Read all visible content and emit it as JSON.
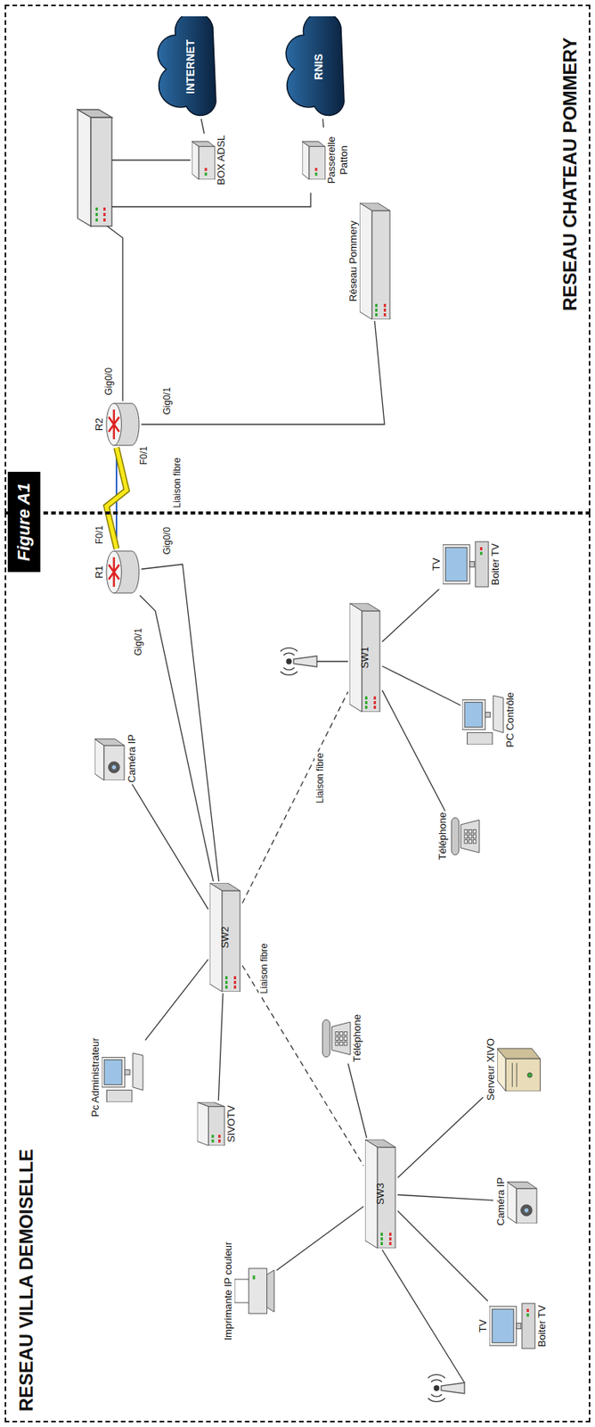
{
  "diagram": {
    "title": "Figure A1",
    "nodes": [
      {
        "text": [
          "RESEAU VILLA DEMOISELLE"
        ]
      },
      {
        "text": [
          "RESEAU CHATEAU POMMERY"
        ]
      },
      {
        "text": [
          "R1"
        ],
        "in": 0
      },
      {
        "text": [
          "Pc Administrateur"
        ],
        "in": 0
      },
      {
        "text": [
          "SIVOTV"
        ],
        "in": 0
      },
      {
        "text": [
          "SW2"
        ],
        "in": 0
      },
      {
        "text": [
          "Caméra IP"
        ],
        "in": 0
      },
      {
        "text": [
          "SW1"
        ],
        "in": 0
      },
      {
        "text": [
          "Téléphone"
        ],
        "in": 0
      },
      {
        "text": [
          "PC Contrôle"
        ],
        "in": 0
      },
      {
        "text": [
          "TV",
          "Boiter TV"
        ],
        "in": 0
      },
      {
        "text": [
          "Téléphone"
        ],
        "in": 0
      },
      {
        "text": [
          "Serveur XIVO"
        ],
        "in": 0
      },
      {
        "text": [
          "Caméra IP"
        ],
        "in": 0
      },
      {
        "text": [
          "TV",
          "Boiter TV"
        ],
        "in": 0
      },
      {
        "text": [
          "Imprimante IP couleur"
        ],
        "in": 0
      },
      {
        "text": [
          "SW3"
        ],
        "in": 0
      },
      {
        "text": [
          "R2"
        ],
        "in": 1
      },
      {
        "text": [
          "BOX ADSL"
        ],
        "in": 1
      },
      {
        "text": [
          "INTERNET"
        ],
        "in": 1
      },
      {
        "text": [
          "Passerelle Patton"
        ],
        "in": 1
      },
      {
        "text": [
          "RNIS"
        ],
        "in": 1
      },
      {
        "text": [
          "Réseau Pommery"
        ],
        "in": 1
      }
    ],
    "edges": [
      {
        "from": 2,
        "to": 17,
        "arrow": "none",
        "label": "Liaison fibre"
      },
      {
        "from": 2,
        "to": 5,
        "arrow": "none"
      },
      {
        "from": 2,
        "to": 5,
        "arrow": "none"
      },
      {
        "from": 5,
        "to": 3,
        "arrow": "none"
      },
      {
        "from": 5,
        "to": 4,
        "arrow": "none"
      },
      {
        "from": 5,
        "to": 6,
        "arrow": "none"
      },
      {
        "from": 5,
        "to": 7,
        "arrow": "none",
        "label": "Liaison fibre"
      },
      {
        "from": 5,
        "to": 16,
        "arrow": "none",
        "label": "Liaison fibre"
      },
      {
        "from": 7,
        "to": 8,
        "arrow": "none"
      },
      {
        "from": 7,
        "to": 9,
        "arrow": "none"
      },
      {
        "from": 7,
        "to": 10,
        "arrow": "none"
      },
      {
        "from": 16,
        "to": 11,
        "arrow": "none"
      },
      {
        "from": 16,
        "to": 12,
        "arrow": "none"
      },
      {
        "from": 16,
        "to": 13,
        "arrow": "none"
      },
      {
        "from": 16,
        "to": 14,
        "arrow": "none"
      },
      {
        "from": 16,
        "to": 15,
        "arrow": "none"
      },
      {
        "from": 17,
        "to": 22,
        "arrow": "none"
      },
      {
        "from": 18,
        "to": 19,
        "arrow": "none"
      },
      {
        "from": 20,
        "to": 21,
        "arrow": "none"
      }
    ],
    "labels": [
      "Gig0/1",
      "Gig0/0",
      "F0/1",
      "F0/1",
      "Gig0/0",
      "Gig0/1"
    ]
  }
}
